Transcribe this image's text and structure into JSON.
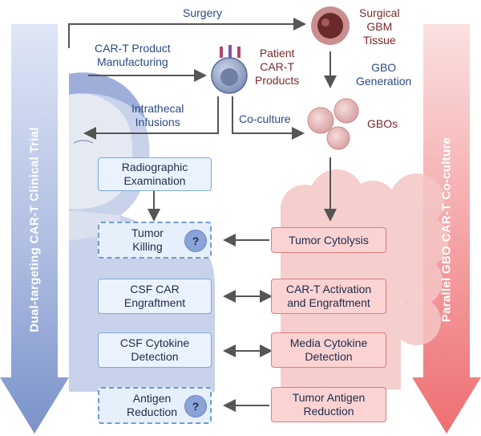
{
  "labels": {
    "surgery": "Surgery",
    "surgical_tissue": "Surgical\nGBM\nTissue",
    "manufacturing": "CAR-T Product\nManufacturing",
    "patient_products": "Patient\nCAR-T\nProducts",
    "gbo_generation": "GBO\nGeneration",
    "intrathecal": "Intrathecal\nInfusions",
    "coculture": "Co-culture",
    "gbos": "GBOs"
  },
  "left_arrow_title": "Dual-targeting  CAR-T Clinical Trial",
  "right_arrow_title": "Parallel GBO CAR-T Co-culture",
  "left_boxes": {
    "radiographic": "Radiographic\nExamination",
    "tumor_killing": "Tumor\nKilling",
    "csf_car": "CSF CAR\nEngraftment",
    "csf_cytokine": "CSF Cytokine\nDetection",
    "antigen_reduction": "Antigen\nReduction"
  },
  "right_boxes": {
    "tumor_cytolysis": "Tumor Cytolysis",
    "activation": "CAR-T Activation\nand Engraftment",
    "media_cytokine": "Media Cytokine\nDetection",
    "tumor_antigen": "Tumor Antigen\nReduction"
  },
  "unknown_marker": "?",
  "colors": {
    "left_arrow": "#7b93c9",
    "right_arrow": "#ee6f72",
    "blue_text": "#2a4a85",
    "red_text": "#7a2a2a"
  }
}
